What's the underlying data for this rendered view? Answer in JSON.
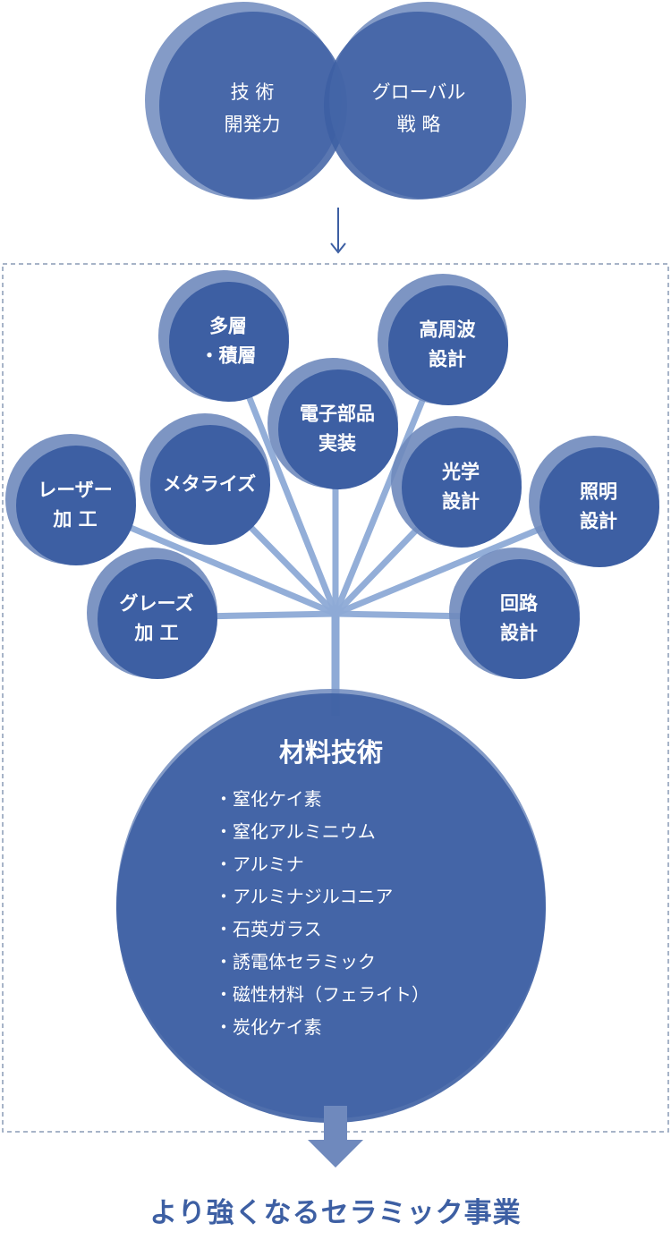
{
  "top_circles": [
    {
      "name": "tech-development-circle",
      "lines": [
        "技 術",
        "開発力"
      ]
    },
    {
      "name": "global-strategy-circle",
      "lines": [
        "グローバル",
        "戦 略"
      ]
    }
  ],
  "skills": [
    {
      "name": "skill-multilayer",
      "lines": [
        "多層",
        "・積層"
      ]
    },
    {
      "name": "skill-high-frequency",
      "lines": [
        "高周波",
        "設計"
      ]
    },
    {
      "name": "skill-electronic-mounting",
      "lines": [
        "電子部品",
        "実装"
      ]
    },
    {
      "name": "skill-metallize",
      "lines": [
        "メタライズ"
      ]
    },
    {
      "name": "skill-optical",
      "lines": [
        "光学",
        "設計"
      ]
    },
    {
      "name": "skill-laser",
      "lines": [
        "レーザー",
        "加 工"
      ]
    },
    {
      "name": "skill-lighting",
      "lines": [
        "照明",
        "設計"
      ]
    },
    {
      "name": "skill-glaze",
      "lines": [
        "グレーズ",
        "加 工"
      ]
    },
    {
      "name": "skill-circuit",
      "lines": [
        "回路",
        "設計"
      ]
    }
  ],
  "material": {
    "title": "材料技術",
    "items": [
      "・窒化ケイ素",
      "・窒化アルミニウム",
      "・アルミナ",
      "・アルミナジルコニア",
      "・石英ガラス",
      "・誘電体セラミック",
      "・磁性材料（フェライト）",
      "・炭化ケイ素"
    ]
  },
  "footer": {
    "text": "より強くなるセラミック事業"
  },
  "colors": {
    "circle": "#3d5fa3",
    "circle_halo": "#6f89bd",
    "line": "#8eaad6",
    "border": "#8a9bb6",
    "text_light": "#ffffff",
    "footer": "#3d5fa3"
  }
}
